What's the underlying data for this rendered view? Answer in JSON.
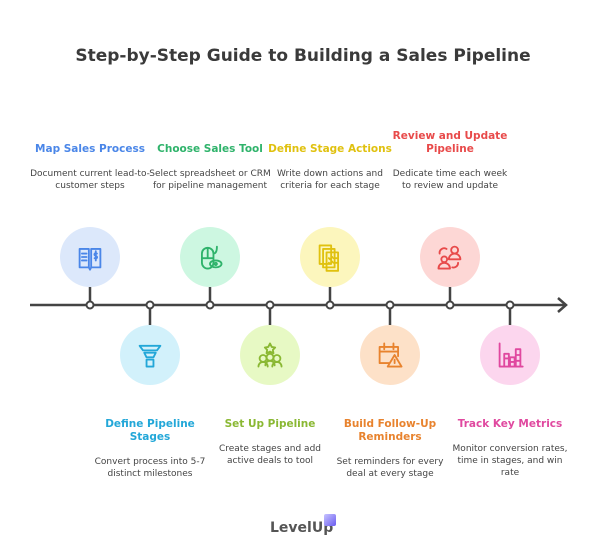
{
  "title": "Step-by-Step Guide to Building a Sales Pipeline",
  "steps": [
    {
      "title": "Map Sales Process",
      "desc": "Document current lead-to-customer steps",
      "color": "#4a86e8",
      "bg": "#dce8fb",
      "icon": "book-dollar-icon",
      "pos": "top"
    },
    {
      "title": "Define Pipeline Stages",
      "desc": "Convert process into 5-7 distinct milestones",
      "color": "#22a7d8",
      "bg": "#d2f1fb",
      "icon": "funnel-icon",
      "pos": "bottom"
    },
    {
      "title": "Choose Sales Tool",
      "desc": "Select spreadsheet or CRM for pipeline management",
      "color": "#2fb36b",
      "bg": "#cdf7e1",
      "icon": "mouse-eye-icon",
      "pos": "top"
    },
    {
      "title": "Set Up Pipeline",
      "desc": "Create stages and add active deals to tool",
      "color": "#8ab833",
      "bg": "#e7f9c4",
      "icon": "team-stars-icon",
      "pos": "bottom"
    },
    {
      "title": "Define Stage Actions",
      "desc": "Write down actions and criteria for each stage",
      "color": "#e0c10f",
      "bg": "#fcf6bd",
      "icon": "checklist-icon",
      "pos": "top"
    },
    {
      "title": "Build Follow-Up Reminders",
      "desc": "Set reminders for every deal at every stage",
      "color": "#e8832e",
      "bg": "#fde1c8",
      "icon": "calendar-alert-icon",
      "pos": "bottom"
    },
    {
      "title": "Review and Update Pipeline",
      "desc": "Dedicate time each week to review and update",
      "color": "#e84a4a",
      "bg": "#fdd7d5",
      "icon": "users-cycle-icon",
      "pos": "top"
    },
    {
      "title": "Track Key Metrics",
      "desc": "Monitor conversion rates, time in stages, and win rate",
      "color": "#e0489f",
      "bg": "#fcd6ee",
      "icon": "bar-chart-icon",
      "pos": "bottom"
    }
  ],
  "brand": "LevelUp"
}
